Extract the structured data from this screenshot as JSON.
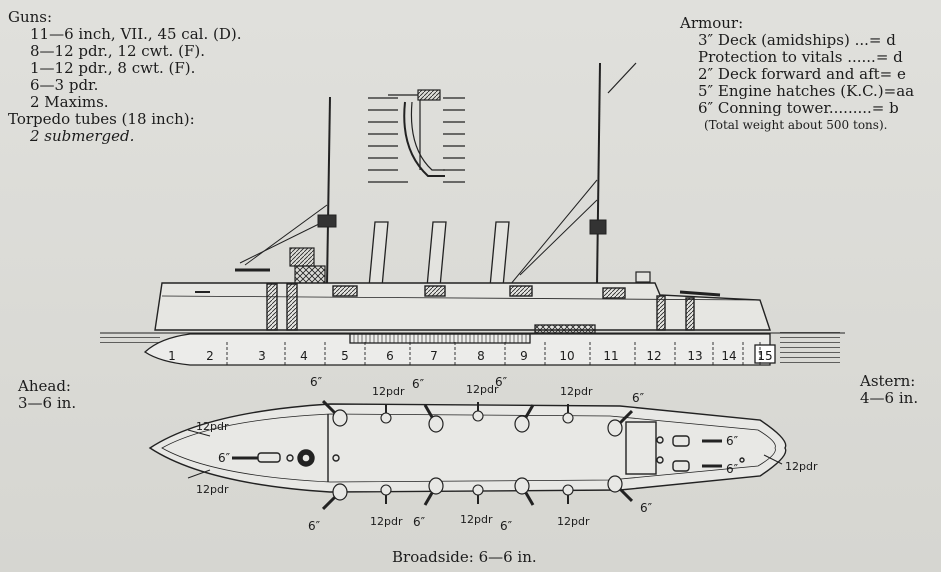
{
  "guns": {
    "heading": "Guns:",
    "lines": [
      "11—6 inch, VII., 45 cal. (D).",
      "8—12 pdr., 12 cwt. (F).",
      "1—12 pdr., 8 cwt. (F).",
      "6—3 pdr.",
      "2 Maxims."
    ],
    "torpedo_heading": "Torpedo tubes (18 inch):",
    "torpedo_value": "2 submerged."
  },
  "armour": {
    "heading": "Armour:",
    "rows": [
      "3″ Deck (amidships) ...= d",
      "Protection to vitals ......= d",
      "2″ Deck forward and aft= e",
      "5″ Engine hatches (K.C.)=aa",
      "6″ Conning tower.........= b"
    ],
    "note": "(Total weight about 500 tons)."
  },
  "ahead": {
    "label": "Ahead:",
    "value": "3—6 in."
  },
  "astern": {
    "label": "Astern:",
    "value": "4—6 in."
  },
  "broadside": "Broadside: 6—6 in.",
  "compartments": [
    "1",
    "2",
    "3",
    "4",
    "5",
    "6",
    "7",
    "8",
    "9",
    "10",
    "11",
    "12",
    "13",
    "14",
    "15"
  ],
  "plan_labels": {
    "six": "6″",
    "twelve": "12pdr"
  }
}
